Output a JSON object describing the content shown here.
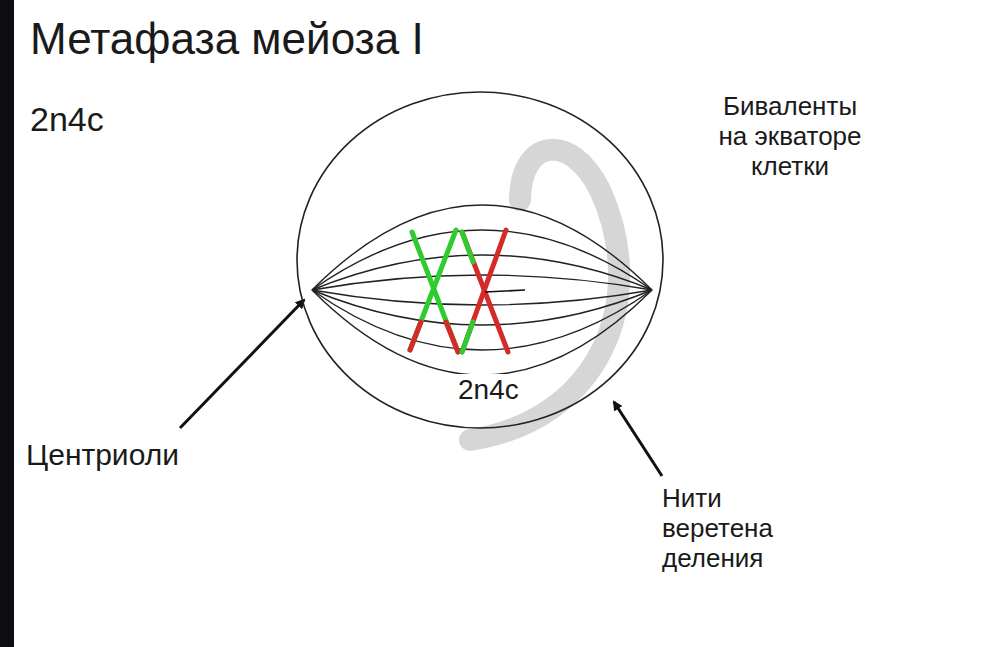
{
  "diagram": {
    "title": "Метафаза мейоза I",
    "nodes": [
      {
        "text": [
          "2n4c"
        ]
      }
    ],
    "labels": [
      "2n4c",
      "Биваленты на экваторе клетки",
      "Центриоли",
      "Нити веретена деления"
    ]
  }
}
